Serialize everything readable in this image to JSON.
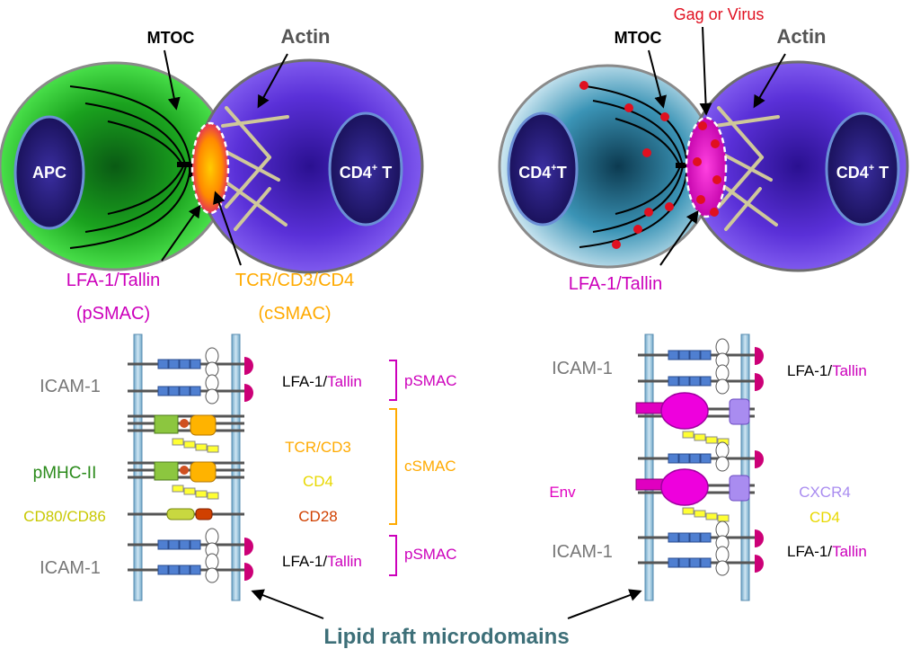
{
  "colors": {
    "apc_green": "#22cc22",
    "t_cell_purple": "#5b2fd6",
    "nucleus_navy": "#1c1466",
    "infected_teal": "#2f8fb0",
    "synapse_orange": "#ff9900",
    "synapse_magenta": "#e000c0",
    "virus_red": "#e01020",
    "membrane_blue": "#9ec4dd",
    "pink_label": "#cc00bb",
    "orange_label": "#ffaa00",
    "yellow_label": "#e8d800",
    "green_label": "#2a8a1a",
    "gray_label": "#777777",
    "lavender": "#a98cf0",
    "teal_title": "#3d6f78",
    "cd28_red": "#d04000"
  },
  "left_panel": {
    "cell_labels": {
      "apc": "APC",
      "t_cell_main": "CD4",
      "t_cell_sup": "+",
      "t_cell_end": " T"
    },
    "mtoc": "MTOC",
    "actin": "Actin",
    "lfa_tallin": "LFA-1/Tallin",
    "psmac": "(pSMAC)",
    "tcr": "TCR/CD3/CD4",
    "csmac": "(cSMAC)",
    "membrane": {
      "icam1_top": "ICAM-1",
      "pmhc": "pMHC-II",
      "cd80": "CD80/CD86",
      "icam1_bottom": "ICAM-1",
      "lfa_prefix": "LFA-1/",
      "tallin": "Tallin",
      "psmac_bracket": "pSMAC",
      "csmac_bracket": "cSMAC",
      "tcr_cd3": "TCR/CD3",
      "cd4": "CD4",
      "cd28": "CD28"
    }
  },
  "right_panel": {
    "cell_labels": {
      "left_main": "CD4",
      "left_sup": "+",
      "left_end": "T",
      "right_main": "CD4",
      "right_sup": "+",
      "right_end": " T"
    },
    "mtoc": "MTOC",
    "actin": "Actin",
    "gag": "Gag or Virus",
    "lfa_tallin": "LFA-1/Tallin",
    "membrane": {
      "icam1_top": "ICAM-1",
      "icam1_bottom": "ICAM-1",
      "env": "Env",
      "cxcr4": "CXCR4",
      "cd4": "CD4",
      "lfa_prefix": "LFA-1/",
      "tallin": "Tallin"
    }
  },
  "footer": "Lipid raft microdomains"
}
